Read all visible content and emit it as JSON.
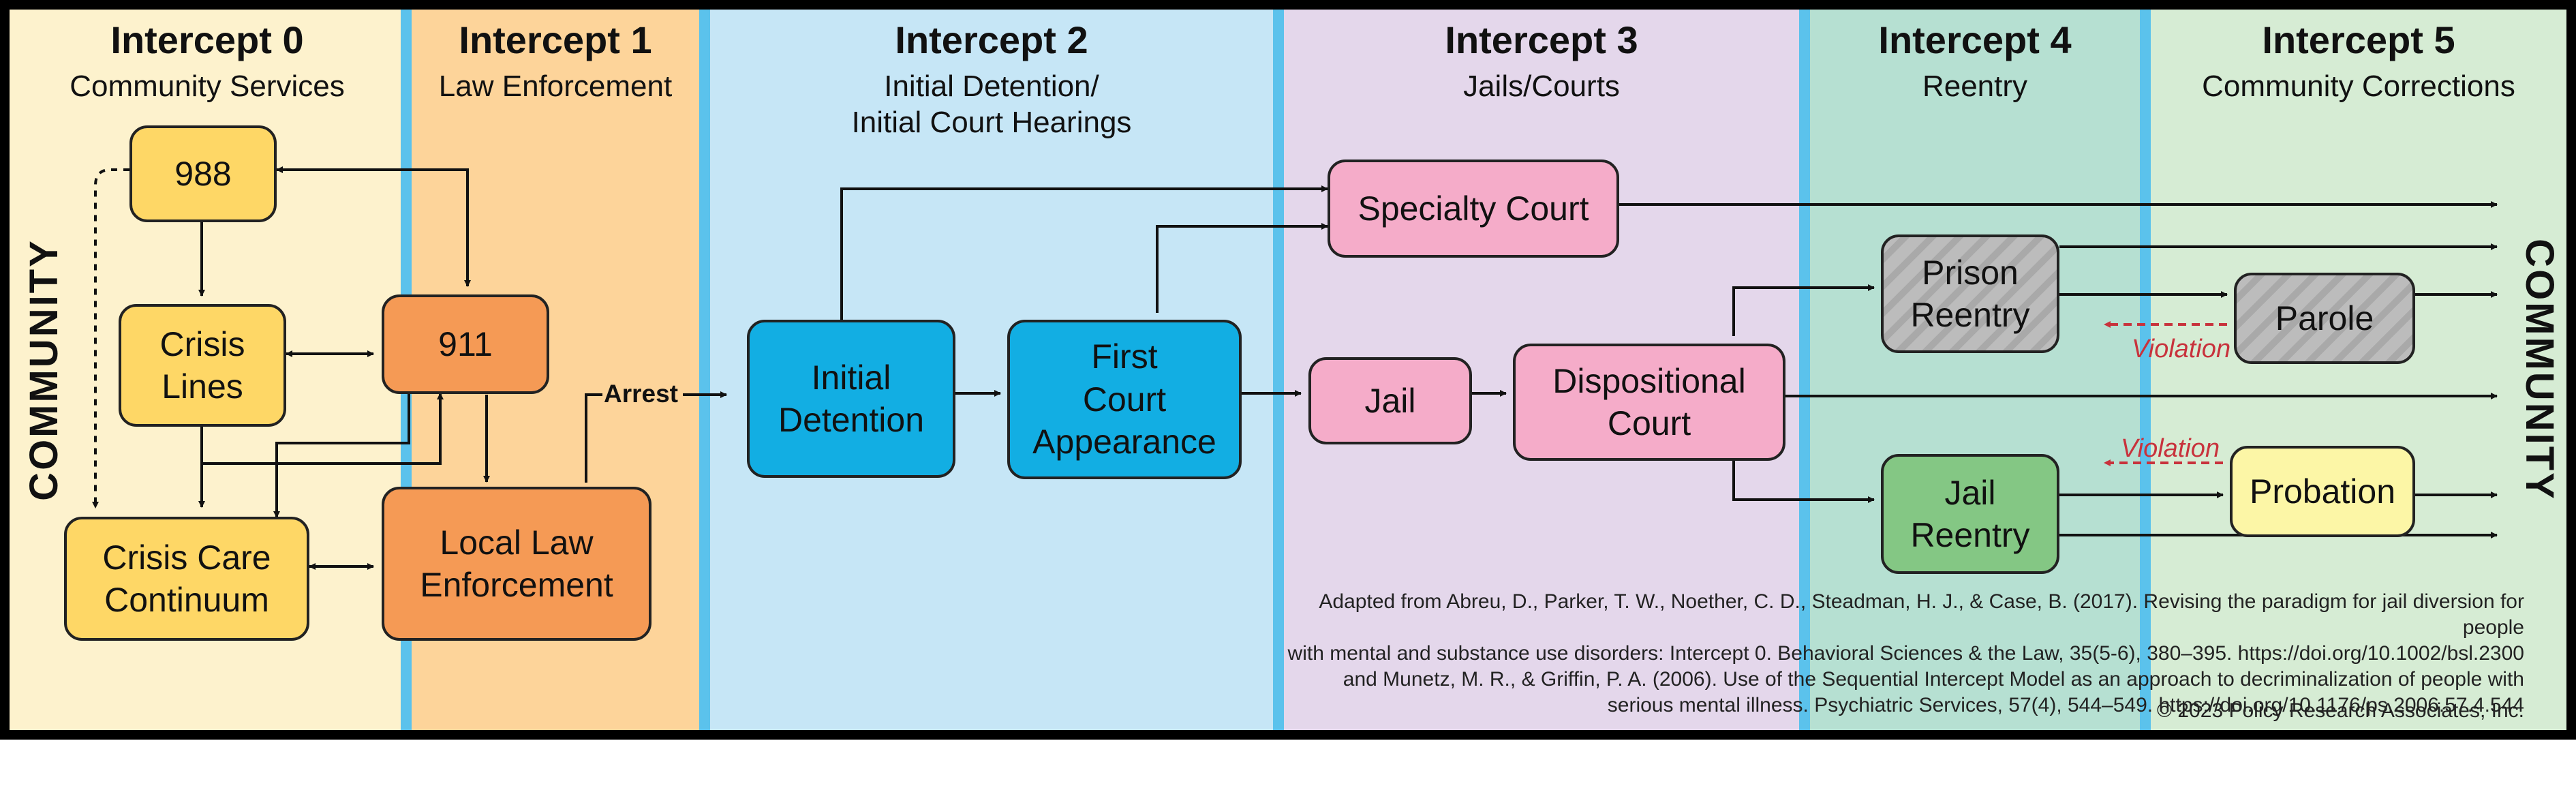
{
  "intercepts": [
    {
      "title": "Intercept 0",
      "subtitle_lines": [
        "Community Services"
      ]
    },
    {
      "title": "Intercept 1",
      "subtitle_lines": [
        "Law Enforcement"
      ]
    },
    {
      "title": "Intercept 2",
      "subtitle_lines": [
        "Initial Detention/",
        "Initial Court Hearings"
      ]
    },
    {
      "title": "Intercept 3",
      "subtitle_lines": [
        "Jails/Courts"
      ]
    },
    {
      "title": "Intercept 4",
      "subtitle_lines": [
        "Reentry"
      ]
    },
    {
      "title": "Intercept 5",
      "subtitle_lines": [
        "Community Corrections"
      ]
    }
  ],
  "colors": {
    "intercept_0_bg": "#fdf2cd",
    "intercept_1_bg": "#fdd49a",
    "intercept_2_bg": "#c6e6f6",
    "intercept_3_bg": "#e4d7eb",
    "intercept_4_bg": "#b6e0d2",
    "intercept_5_bg": "#d6ecd4",
    "divider": "#5bc2ec",
    "yellow_node": "#fed766",
    "orange_node": "#f59a55",
    "blue_node": "#12aee3",
    "pink_node": "#f5acc9",
    "green_node": "#84c784",
    "pale_yellow_node": "#fcf6a6",
    "violation": "#c8323c"
  },
  "community_label": "COMMUNITY",
  "nodes": {
    "n988": {
      "lines": [
        "988"
      ],
      "fill": "yellow",
      "icon": null
    },
    "crisis_lines": {
      "lines": [
        "Crisis",
        "Lines"
      ],
      "fill": "yellow"
    },
    "crisis_care": {
      "lines": [
        "Crisis Care",
        "Continuum"
      ],
      "fill": "yellow"
    },
    "n911": {
      "lines": [
        "911"
      ],
      "fill": "orange"
    },
    "local_law": {
      "lines": [
        "Local Law",
        "Enforcement"
      ],
      "fill": "orange"
    },
    "initial_detention": {
      "lines": [
        "Initial",
        "Detention"
      ],
      "fill": "blue"
    },
    "first_court": {
      "lines": [
        "First",
        "Court",
        "Appearance"
      ],
      "fill": "blue"
    },
    "specialty_court": {
      "lines": [
        "Specialty Court"
      ],
      "fill": "pink"
    },
    "jail": {
      "lines": [
        "Jail"
      ],
      "fill": "pink"
    },
    "dispositional_court": {
      "lines": [
        "Dispositional",
        "Court"
      ],
      "fill": "pink"
    },
    "prison_reentry": {
      "lines": [
        "Prison",
        "Reentry"
      ],
      "fill": "hatched-gray"
    },
    "jail_reentry": {
      "lines": [
        "Jail",
        "Reentry"
      ],
      "fill": "green"
    },
    "parole": {
      "lines": [
        "Parole"
      ],
      "fill": "hatched-gray"
    },
    "probation": {
      "lines": [
        "Probation"
      ],
      "fill": "pale-yellow"
    }
  },
  "edge_labels": {
    "arrest": "Arrest",
    "violation": "Violation"
  },
  "citation": {
    "lines": [
      "Adapted from Abreu, D., Parker, T. W., Noether, C. D., Steadman, H. J., & Case, B. (2017). Revising the paradigm for jail diversion for people",
      "with mental and substance use disorders: Intercept 0. Behavioral Sciences & the Law, 35(5-6), 380–395. https://doi.org/10.1002/bsl.2300",
      "and Munetz, M. R., & Griffin, P. A. (2006). Use of the Sequential Intercept Model as an approach to decriminalization of people with",
      "serious mental illness. Psychiatric Services, 57(4), 544–549. https://doi.org/10.1176/ps.2006.57.4.544"
    ],
    "copyright": "© 2023 Policy Research Associates, Inc."
  }
}
